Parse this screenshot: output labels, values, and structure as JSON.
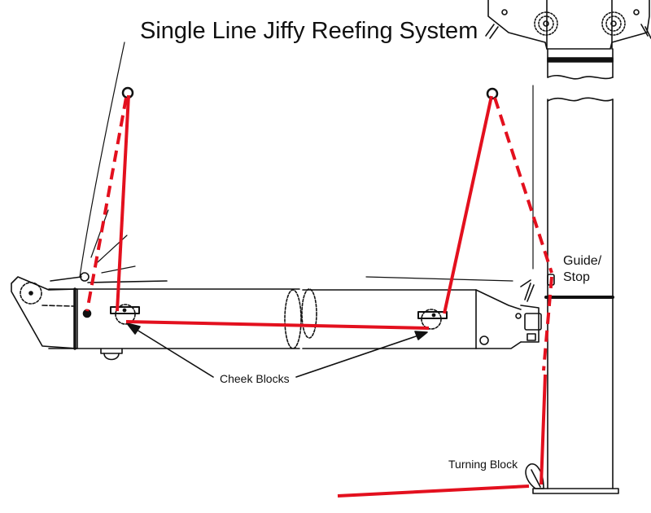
{
  "title": "Single Line Jiffy Reefing System",
  "labels": {
    "guide_stop_line1": "Guide/",
    "guide_stop_line2": "Stop",
    "cheek_blocks": "Cheek Blocks",
    "turning_block": "Turning Block"
  },
  "colors": {
    "reef_line": "#e3101e",
    "ink": "#111111",
    "background": "#ffffff"
  },
  "components": [
    {
      "name": "mast",
      "icon": "mast-icon"
    },
    {
      "name": "gooseneck",
      "icon": "gooseneck-icon"
    },
    {
      "name": "boom",
      "icon": "boom-icon"
    },
    {
      "name": "tack reef cringle",
      "icon": "cringle-icon"
    },
    {
      "name": "clew reef cringle",
      "icon": "cringle-icon"
    },
    {
      "name": "forward cheek block",
      "icon": "cheek-block-icon"
    },
    {
      "name": "aft cheek block",
      "icon": "cheek-block-icon"
    },
    {
      "name": "guide/stop",
      "icon": "guide-stop-icon"
    },
    {
      "name": "turning block",
      "icon": "turning-block-icon"
    }
  ]
}
